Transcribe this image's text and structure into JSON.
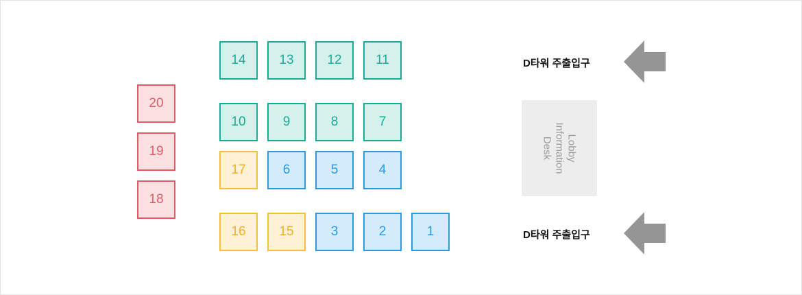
{
  "booths": {
    "b1": "1",
    "b2": "2",
    "b3": "3",
    "b4": "4",
    "b5": "5",
    "b6": "6",
    "b7": "7",
    "b8": "8",
    "b9": "9",
    "b10": "10",
    "b11": "11",
    "b12": "12",
    "b13": "13",
    "b14": "14",
    "b15": "15",
    "b16": "16",
    "b17": "17",
    "b18": "18",
    "b19": "19",
    "b20": "20"
  },
  "entrances": {
    "top": "D타워 주출입구",
    "bottom": "D타워 주출입구"
  },
  "desk": {
    "line1": "Lobby",
    "line2": "Information",
    "line3": "Desk"
  },
  "colors": {
    "green": "#1aab98",
    "blue": "#2a9be0",
    "yellow": "#f6be3b",
    "red": "#e15b67",
    "arrow": "#959595"
  }
}
